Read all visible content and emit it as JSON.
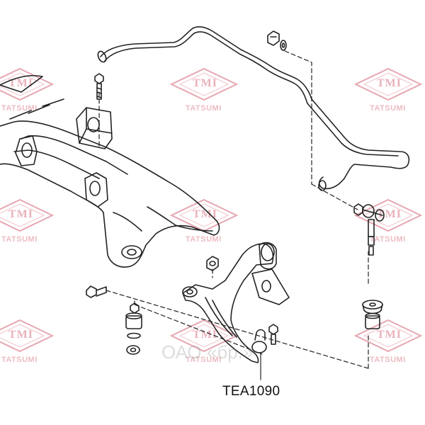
{
  "watermark": {
    "logo_text": "TMI",
    "brand_text": "TATSUMI",
    "color": "#c83c50"
  },
  "part_number": "TEA1090",
  "site_mark": "ОАО «бр.»",
  "icons": [
    "watermark-logo-icon"
  ]
}
